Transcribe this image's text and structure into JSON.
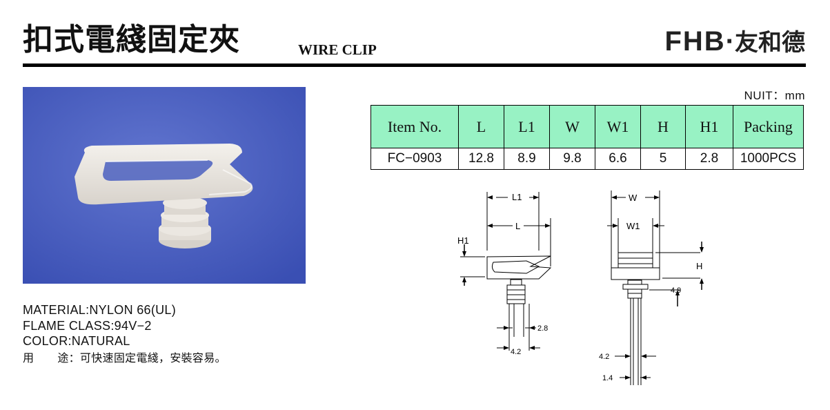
{
  "header": {
    "title_cn": "扣式電綫固定夾",
    "title_en": "WIRE CLIP",
    "brand_latin": "FHB",
    "brand_sep": "·",
    "brand_cn": "友和德"
  },
  "specs": {
    "material": "MATERIAL:NYLON 66(UL)",
    "flame_class": "FLAME CLASS:94V−2",
    "color": "COLOR:NATURAL",
    "usage_label_a": "用",
    "usage_label_b": "途：",
    "usage_text": "可快速固定電綫，安裝容易。"
  },
  "unit_note": "NUIT：mm",
  "table": {
    "headers": [
      "Item No.",
      "L",
      "L1",
      "W",
      "W1",
      "H",
      "H1",
      "Packing"
    ],
    "rows": [
      [
        "FC−0903",
        "12.8",
        "8.9",
        "9.8",
        "6.6",
        "5",
        "2.8",
        "1000PCS"
      ]
    ]
  },
  "drawing_labels": {
    "L1": "L1",
    "L": "L",
    "H1": "H1",
    "dim_2_8": "2.8",
    "dim_4_2_a": "4.2",
    "W": "W",
    "W1": "W1",
    "H": "H",
    "dim_4_9": "4.9",
    "dim_4_2_b": "4.2",
    "dim_1_4": "1.4"
  },
  "colors": {
    "table_header_bg": "#98f2c4",
    "photo_background": "#4a5fbf",
    "part_color": "#e9e5df"
  }
}
